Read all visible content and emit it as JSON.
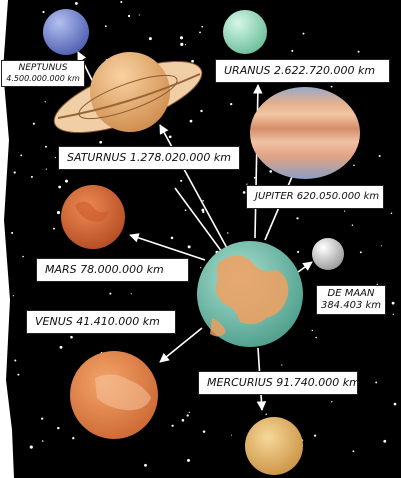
{
  "labels": {
    "neptunus_name": "NEPTUNUS",
    "neptunus_distance": "4.500.000.000 km",
    "uranus": "URANUS 2.622.720.000 km",
    "saturnus": "SATURNUS 1.278.020.000 km",
    "jupiter": "JUPITER 620.050.000 km",
    "mars": "MARS 78.000.000 km",
    "moon_name": "DE MAAN",
    "moon_distance": "384.403 km",
    "venus": "VENUS 41.410.000 km",
    "mercurius": "MERCURIUS 91.740.000 km"
  },
  "colors": {
    "sky": "#000000",
    "page": "#ffffff",
    "earth_ocean": "#7ec8b4",
    "earth_land": "#f0a060",
    "neptune": "#7c8fd6",
    "uranus": "#a9e4c6",
    "saturn": "#efb276",
    "jupiter": "#cfa998",
    "mars": "#d9683a",
    "moon": "#d6d6d6",
    "venus": "#ea8a4e",
    "mercury": "#e6b868"
  }
}
